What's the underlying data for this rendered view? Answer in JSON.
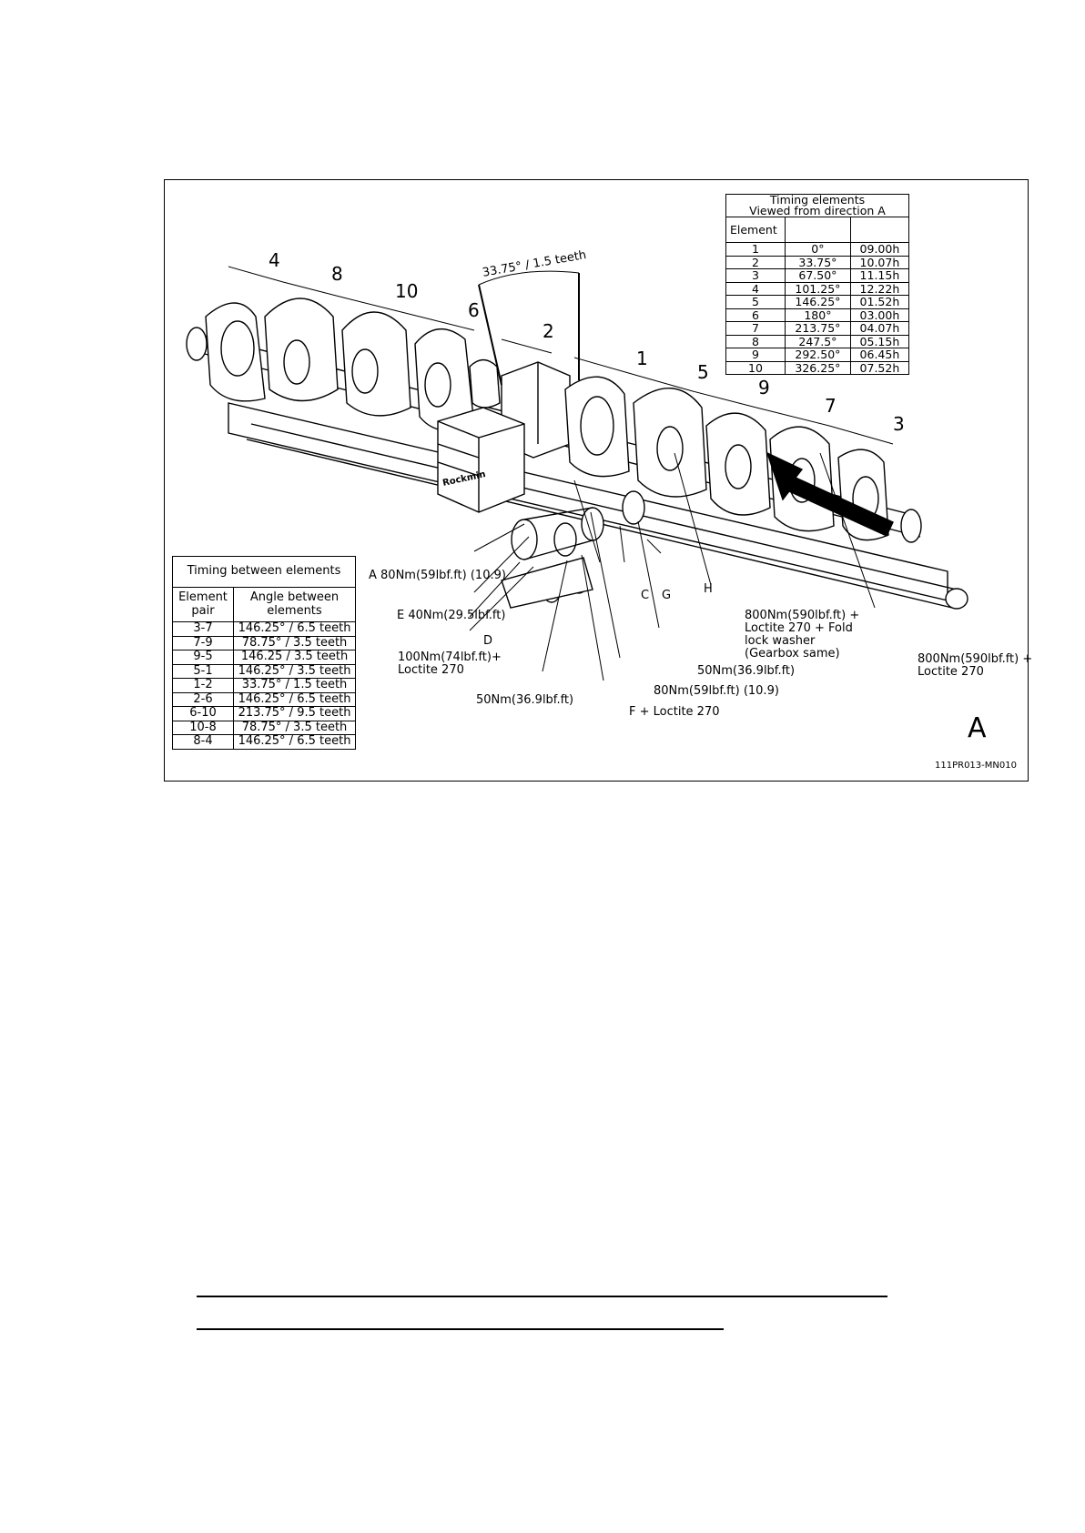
{
  "element_labels": [
    {
      "id": "4",
      "text": "4"
    },
    {
      "id": "8",
      "text": "8"
    },
    {
      "id": "10",
      "text": "10"
    },
    {
      "id": "6",
      "text": "6"
    },
    {
      "id": "2",
      "text": "2"
    },
    {
      "id": "1",
      "text": "1"
    },
    {
      "id": "5",
      "text": "5"
    },
    {
      "id": "9",
      "text": "9"
    },
    {
      "id": "7",
      "text": "7"
    },
    {
      "id": "3",
      "text": "3"
    }
  ],
  "angle_callout": "33.75° / 1.5 teeth",
  "table_direction_a": {
    "title_line1": "Timing elements",
    "title_line2": "Viewed from direction A",
    "header": "Element",
    "rows": [
      [
        "1",
        "0°",
        "09.00h"
      ],
      [
        "2",
        "33.75°",
        "10.07h"
      ],
      [
        "3",
        "67.50°",
        "11.15h"
      ],
      [
        "4",
        "101.25°",
        "12.22h"
      ],
      [
        "5",
        "146.25°",
        "01.52h"
      ],
      [
        "6",
        "180°",
        "03.00h"
      ],
      [
        "7",
        "213.75°",
        "04.07h"
      ],
      [
        "8",
        "247.5°",
        "05.15h"
      ],
      [
        "9",
        "292.50°",
        "06.45h"
      ],
      [
        "10",
        "326.25°",
        "07.52h"
      ]
    ]
  },
  "table_between": {
    "title": "Timing between elements",
    "col1_line1": "Element",
    "col1_line2": "pair",
    "col2_line1": "Angle between",
    "col2_line2": "elements",
    "rows": [
      [
        "3-7",
        "146.25° / 6.5 teeth"
      ],
      [
        "7-9",
        "78.75° / 3.5 teeth"
      ],
      [
        "9-5",
        "146.25 / 3.5 teeth"
      ],
      [
        "5-1",
        "146.25° / 3.5 teeth"
      ],
      [
        "1-2",
        "33.75° / 1.5 teeth"
      ],
      [
        "2-6",
        "146.25° / 6.5 teeth"
      ],
      [
        "6-10",
        "213.75° / 9.5 teeth"
      ],
      [
        "10-8",
        "78.75° / 3.5 teeth"
      ],
      [
        "8-4",
        "146.25° / 6.5 teeth"
      ]
    ]
  },
  "callouts": {
    "a": "A 80Nm(59lbf.ft) (10.9)",
    "e": "E 40Nm(29.5lbf.ft)",
    "d": "D",
    "d_torque_line1": "100Nm(74lbf.ft)+",
    "d_torque_line2": "Loctite 270",
    "b": "50Nm(36.9lbf.ft)",
    "f": "F + Loctite 270",
    "c": "C",
    "g": "G",
    "h": "H",
    "c_torque": "80Nm(59lbf.ft) (10.9)",
    "g_torque": "50Nm(36.9lbf.ft)",
    "gear_line1": "800Nm(590lbf.ft) +",
    "gear_line2": "Loctite 270 + Fold",
    "gear_line3": "lock washer",
    "gear_line4": "(Gearbox same)",
    "right_line1": "800Nm(590lbf.ft) +",
    "right_line2": "Loctite 270"
  },
  "gearbox_brand": "Rockmin",
  "direction_label": "A",
  "drawing_code": "111PR013-MN010"
}
